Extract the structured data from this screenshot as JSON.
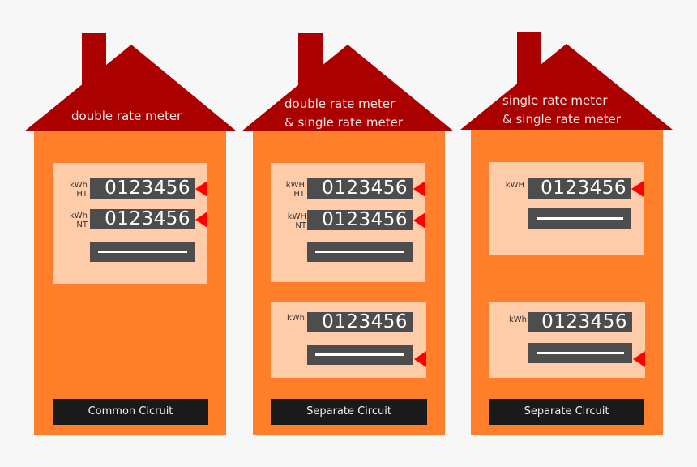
{
  "colors": {
    "background": "#f7f7f7",
    "roof": "#aa0000",
    "house_body": "#ff7f2a",
    "meter_panel": "#ffccaa",
    "display": "#4d4d4d",
    "arrow": "#ff0000",
    "label_box": "#1a1a1a"
  },
  "houses": [
    {
      "roof_lines": [
        "double rate meter"
      ],
      "circuit_label": "Common Cicruit",
      "panels": [
        {
          "meters": [
            {
              "unit": "kWh",
              "tariff": "HT",
              "reading": "0123456",
              "active": true
            },
            {
              "unit": "kWh",
              "tariff": "NT",
              "reading": "0123456",
              "active": true
            }
          ],
          "bar_active": false
        }
      ]
    },
    {
      "roof_lines": [
        "double rate meter",
        "& single rate meter"
      ],
      "circuit_label": "Separate Circuit",
      "panels": [
        {
          "meters": [
            {
              "unit": "kWH",
              "tariff": "HT",
              "reading": "0123456",
              "active": true
            },
            {
              "unit": "kWH",
              "tariff": "NT",
              "reading": "0123456",
              "active": true
            }
          ],
          "bar_active": false
        },
        {
          "meters": [
            {
              "unit": "kWh",
              "tariff": "",
              "reading": "0123456",
              "active": false
            }
          ],
          "bar_active": true
        }
      ]
    },
    {
      "roof_lines": [
        "single rate meter",
        "& single rate meter"
      ],
      "circuit_label": "Separate Circuit",
      "panels": [
        {
          "meters": [
            {
              "unit": "kWH",
              "tariff": "",
              "reading": "0123456",
              "active": true
            }
          ],
          "bar_active": false
        },
        {
          "meters": [
            {
              "unit": "kWh",
              "tariff": "",
              "reading": "0123456",
              "active": false
            }
          ],
          "bar_active": true
        }
      ]
    }
  ]
}
